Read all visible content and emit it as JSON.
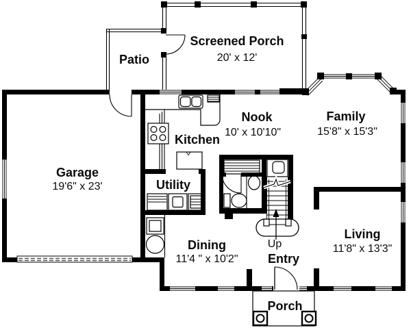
{
  "plan": {
    "background_color": "#ffffff",
    "wall_color": "#000000",
    "rooms": {
      "screened_porch": {
        "name": "Screened Porch",
        "dims": "20' x 12'"
      },
      "patio": {
        "name": "Patio"
      },
      "nook": {
        "name": "Nook",
        "dims": "10' x 10'10\""
      },
      "family": {
        "name": "Family",
        "dims": "15'8\" x 15'3\""
      },
      "kitchen": {
        "name": "Kitchen"
      },
      "garage": {
        "name": "Garage",
        "dims": "19'6\" x 23'"
      },
      "utility": {
        "name": "Utility"
      },
      "dining": {
        "name": "Dining",
        "dims": "11'4 \" x 10'2\""
      },
      "living": {
        "name": "Living",
        "dims": "11'8\" x 13'3\""
      },
      "entry": {
        "name": "Entry"
      },
      "porch": {
        "name": "Porch"
      }
    },
    "annotations": {
      "stairs_direction": "Up"
    }
  }
}
